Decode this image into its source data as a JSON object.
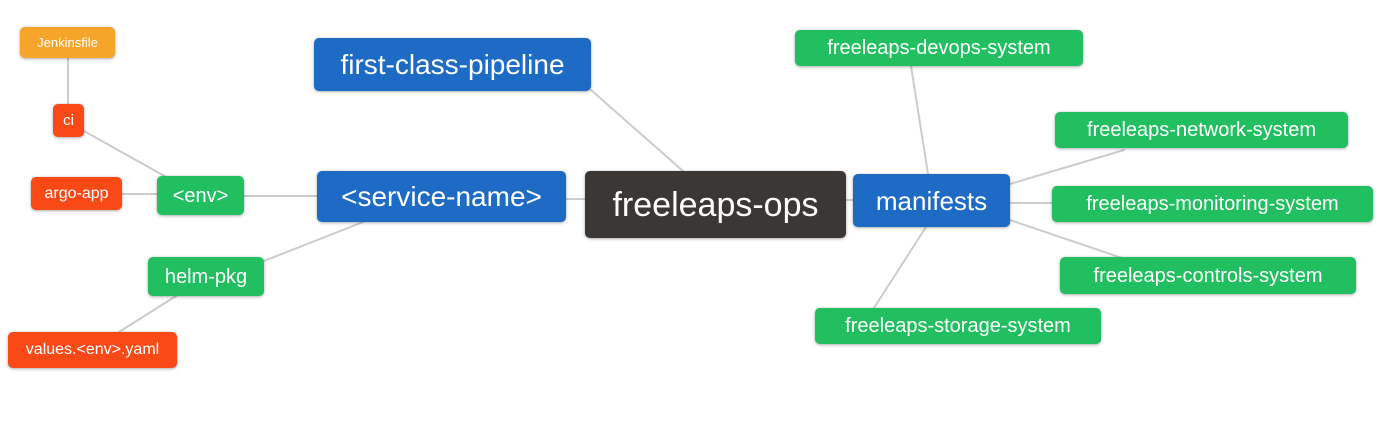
{
  "diagram": {
    "title": "freeleaps-ops mind map",
    "background": "#ffffff",
    "edge_color": "#cccccc",
    "palette": {
      "blue": "#1e6bc6",
      "green": "#22bf61",
      "dark": "#3b3735",
      "orange": "#f7a52a",
      "red": "#f94917",
      "text": "#ffffff"
    },
    "nodes": [
      {
        "id": "jenkinsfile",
        "label": "Jenkinsfile",
        "color": "orange"
      },
      {
        "id": "ci",
        "label": "ci",
        "color": "red"
      },
      {
        "id": "argo-app",
        "label": "argo-app",
        "color": "red"
      },
      {
        "id": "env",
        "label": "<env>",
        "color": "green"
      },
      {
        "id": "helm-pkg",
        "label": "helm-pkg",
        "color": "green"
      },
      {
        "id": "values-env-yaml",
        "label": "values.<env>.yaml",
        "color": "red"
      },
      {
        "id": "first-class-pipeline",
        "label": "first-class-pipeline",
        "color": "blue"
      },
      {
        "id": "service-name",
        "label": "<service-name>",
        "color": "blue"
      },
      {
        "id": "freeleaps-ops",
        "label": "freeleaps-ops",
        "color": "dark"
      },
      {
        "id": "manifests",
        "label": "manifests",
        "color": "blue"
      },
      {
        "id": "freeleaps-devops-system",
        "label": "freeleaps-devops-system",
        "color": "green"
      },
      {
        "id": "freeleaps-network-system",
        "label": "freeleaps-network-system",
        "color": "green"
      },
      {
        "id": "freeleaps-monitoring-system",
        "label": "freeleaps-monitoring-system",
        "color": "green"
      },
      {
        "id": "freeleaps-controls-system",
        "label": "freeleaps-controls-system",
        "color": "green"
      },
      {
        "id": "freeleaps-storage-system",
        "label": "freeleaps-storage-system",
        "color": "green"
      }
    ],
    "edges": [
      {
        "from": "jenkinsfile",
        "to": "ci"
      },
      {
        "from": "ci",
        "to": "env"
      },
      {
        "from": "argo-app",
        "to": "env"
      },
      {
        "from": "env",
        "to": "service-name"
      },
      {
        "from": "service-name",
        "to": "helm-pkg"
      },
      {
        "from": "helm-pkg",
        "to": "values-env-yaml"
      },
      {
        "from": "first-class-pipeline",
        "to": "freeleaps-ops"
      },
      {
        "from": "service-name",
        "to": "freeleaps-ops"
      },
      {
        "from": "freeleaps-ops",
        "to": "manifests"
      },
      {
        "from": "manifests",
        "to": "freeleaps-devops-system"
      },
      {
        "from": "manifests",
        "to": "freeleaps-network-system"
      },
      {
        "from": "manifests",
        "to": "freeleaps-monitoring-system"
      },
      {
        "from": "manifests",
        "to": "freeleaps-controls-system"
      },
      {
        "from": "manifests",
        "to": "freeleaps-storage-system"
      }
    ]
  }
}
